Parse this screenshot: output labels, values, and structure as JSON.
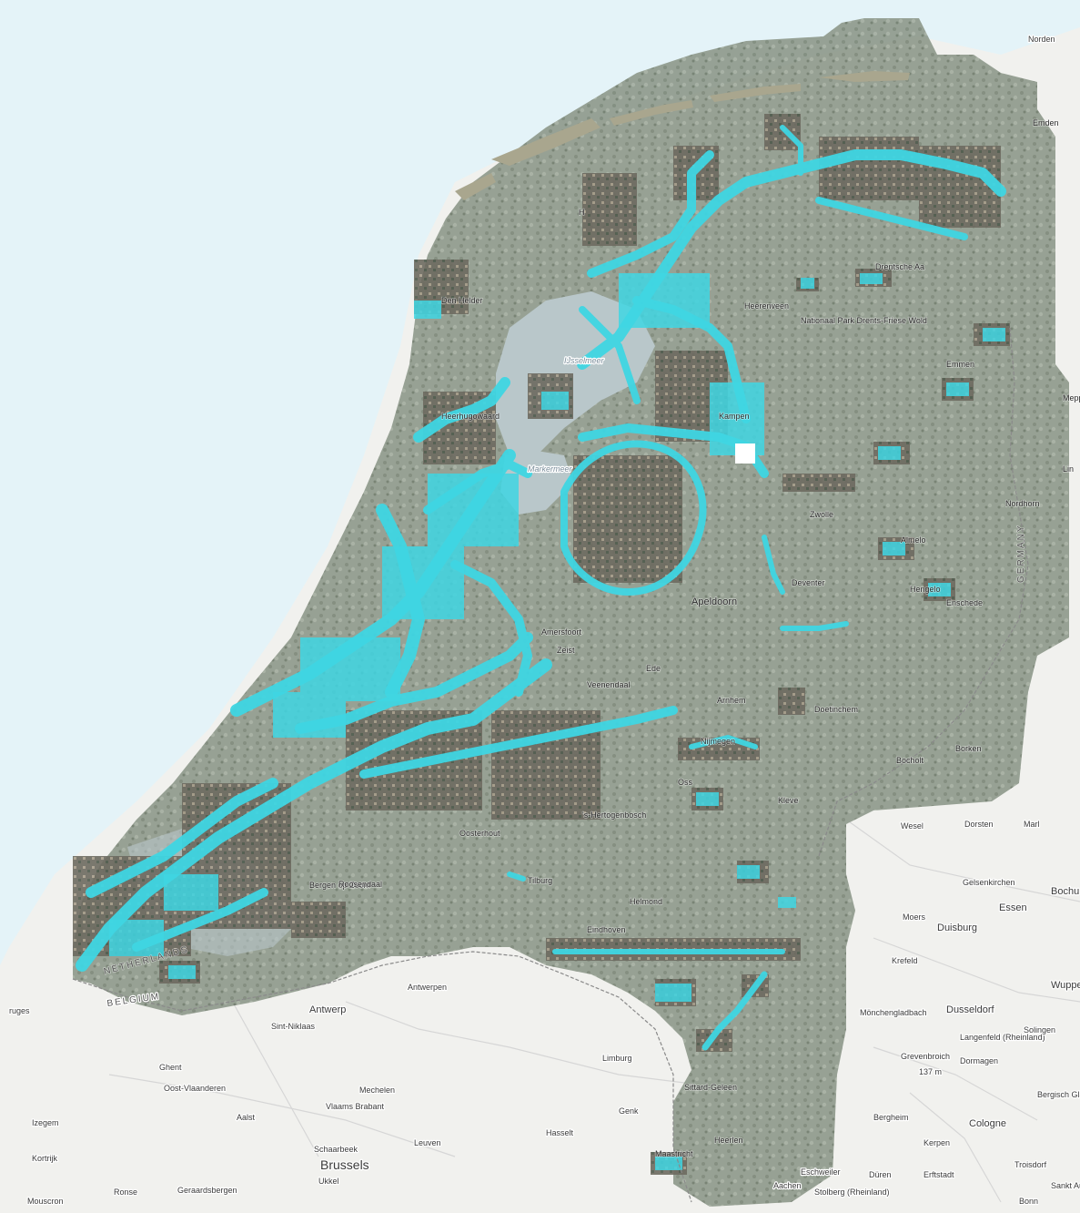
{
  "colors": {
    "sea": "#e4f3f8",
    "land": "#f1f1ee",
    "imagery": "#8e9a8f",
    "imagery_dark": "#5f6a5c",
    "coverage": "#3fd6e3",
    "roads": "#d5d5d5",
    "border": "#909090"
  },
  "labels": {
    "norden": "Norden",
    "emden": "Emden",
    "emmen": "Emmen",
    "meppen": "Mepp",
    "lingen": "Lin",
    "nordhorn": "Nordhorn",
    "germany": "GERMANY",
    "enschede": "Enschede",
    "hengelo": "Hengelo",
    "apeldoorn": "Apeldoorn",
    "amersfoort": "Amersfoort",
    "zeist": "Zeist",
    "veenendaal": "Veenendaal",
    "ede": "Ede",
    "doetinchem": "Doetinchem",
    "bocholt": "Bocholt",
    "borken": "Borken",
    "wesel": "Wesel",
    "dorsten": "Dorsten",
    "marl": "Marl",
    "gelsenkirchen": "Gelsenkirchen",
    "bochum": "Bochu",
    "essen": "Essen",
    "moers": "Moers",
    "duisburg": "Duisburg",
    "krefeld": "Krefeld",
    "wuppertal": "Wuppe",
    "monchengladbach": "Mönchengladbach",
    "dusseldorf": "Dusseldorf",
    "langenfeld": "Langenfeld (Rheinland)",
    "solingen": "Solingen",
    "grevenbroich": "Grevenbroich",
    "dormagen": "Dormagen",
    "elevation1": "137 m",
    "bergisch": "Bergisch Gladbach",
    "bergheim": "Bergheim",
    "cologne": "Cologne",
    "kerpen": "Kerpen",
    "troisdorf": "Troisdorf",
    "sankt": "Sankt August",
    "duren": "Düren",
    "erftstadt": "Erftstadt",
    "eschweiler": "Eschweiler",
    "stolberg": "Stolberg (Rheinland)",
    "aachen": "Aachen",
    "bonn": "Bonn",
    "heerlen": "Heerlen",
    "sittard": "Sittard-Geleen",
    "maastricht": "Maastricht",
    "genk": "Genk",
    "hasselt": "Hasselt",
    "limburg": "Limburg",
    "leuven": "Leuven",
    "brussels": "Brussels",
    "schaarbeek": "Schaarbeek",
    "ukkel": "Ukkel",
    "aalst": "Aalst",
    "vlaams": "Vlaams Brabant",
    "mechelen": "Mechelen",
    "antwerp": "Antwerp",
    "antwerpen": "Antwerpen",
    "sintniklaas": "Sint-Niklaas",
    "ghent": "Ghent",
    "oostvl": "Oost-Vlaanderen",
    "izegem": "Izegem",
    "kortrijk": "Kortrijk",
    "ronse": "Ronse",
    "geraardsbergen": "Geraardsbergen",
    "mouscron": "Mouscron",
    "bruges": "ruges",
    "belgium": "BELGIUM",
    "netherlands": "NETHERLANDS",
    "bergen": "Bergen op Zoom",
    "roosendaal": "Roosendaal",
    "oosterhout": "Oosterhout",
    "eindhoven": "Eindhoven",
    "helmond": "Helmond",
    "tilburg": "Tilburg",
    "den_bosch": "'s-Hertogenbosch",
    "oss": "Oss",
    "kleve": "Kleve",
    "markermeer": "Markermeer",
    "ijsselmeer": "IJsselmeer",
    "heerhugowaard": "Heerhugowaard",
    "den_helder": "Den Helder",
    "heerenveen": "Heerenveen",
    "harlingen": "H",
    "kampen": "Kampen",
    "almelo": "Almelo",
    "zwolle": "Zwolle",
    "deventer": "Deventer",
    "arnhem": "Arnhem",
    "nijmegen": "Nijmegen",
    "nationaal_park": "Nationaal Park Drents-Friese Wold",
    "drents": "Drentsche Aa"
  }
}
